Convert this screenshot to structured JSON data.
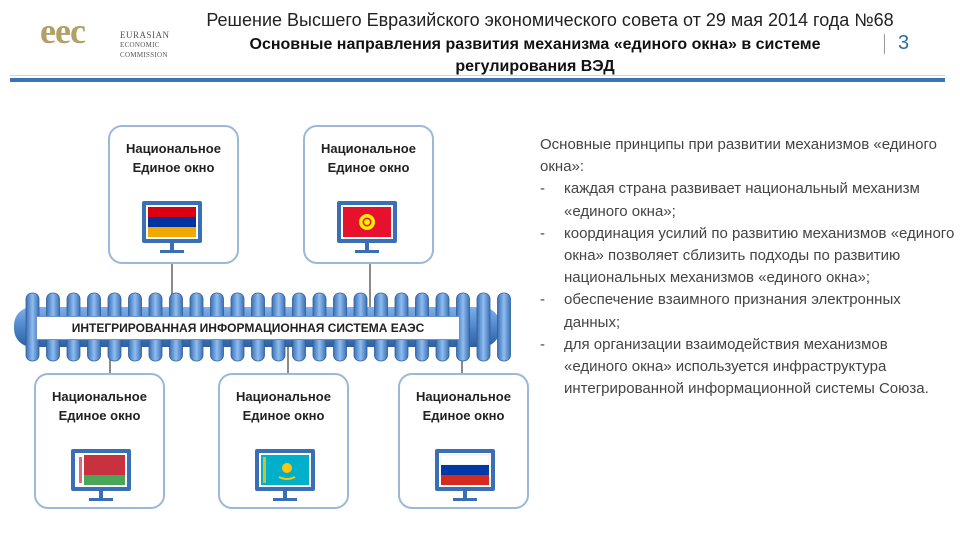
{
  "header": {
    "logo_text": "eec",
    "logo_sub": [
      "EURASIAN",
      "ECONOMIC",
      "COMMISSION"
    ],
    "title_line1": "Решение Высшего Евразийского экономического совета от 29 мая 2014 года №68",
    "title_line2": "Основные направления развития механизма «единого окна» в системе регулирования ВЭД",
    "page_number": "3"
  },
  "diagram": {
    "bus_label": "ИНТЕГРИРОВАННАЯ ИНФОРМАЦИОННАЯ СИСТЕМА ЕАЭС",
    "nodes": [
      {
        "label_line1": "Национальное",
        "label_line2": "Единое окно",
        "flag": "armenia-flag"
      },
      {
        "label_line1": "Национальное",
        "label_line2": "Единое окно",
        "flag": "kyrgyzstan-flag"
      },
      {
        "label_line1": "Национальное",
        "label_line2": "Единое окно",
        "flag": "belarus-flag"
      },
      {
        "label_line1": "Национальное",
        "label_line2": "Единое окно",
        "flag": "kazakhstan-flag"
      },
      {
        "label_line1": "Национальное",
        "label_line2": "Единое окно",
        "flag": "russia-flag"
      }
    ],
    "colors": {
      "box_border": "#9bb7d9",
      "bus": "#5b8fd1",
      "bus_dark": "#2f5f9e",
      "connector": "#8a8a8a"
    }
  },
  "principles": {
    "intro": "Основные принципы при развитии механизмов «единого окна»:",
    "items": [
      "каждая страна развивает национальный механизм «единого окна»;",
      "координация усилий по развитию механизмов «единого окна» позволяет сблизить подходы по развитию национальных механизмов «единого окна»;",
      "обеспечение взаимного признания электронных данных;",
      "для организации взаимодействия механизмов «единого окна» используется инфраструктура интегрированной информационной системы Союза."
    ],
    "bullet": "-"
  }
}
